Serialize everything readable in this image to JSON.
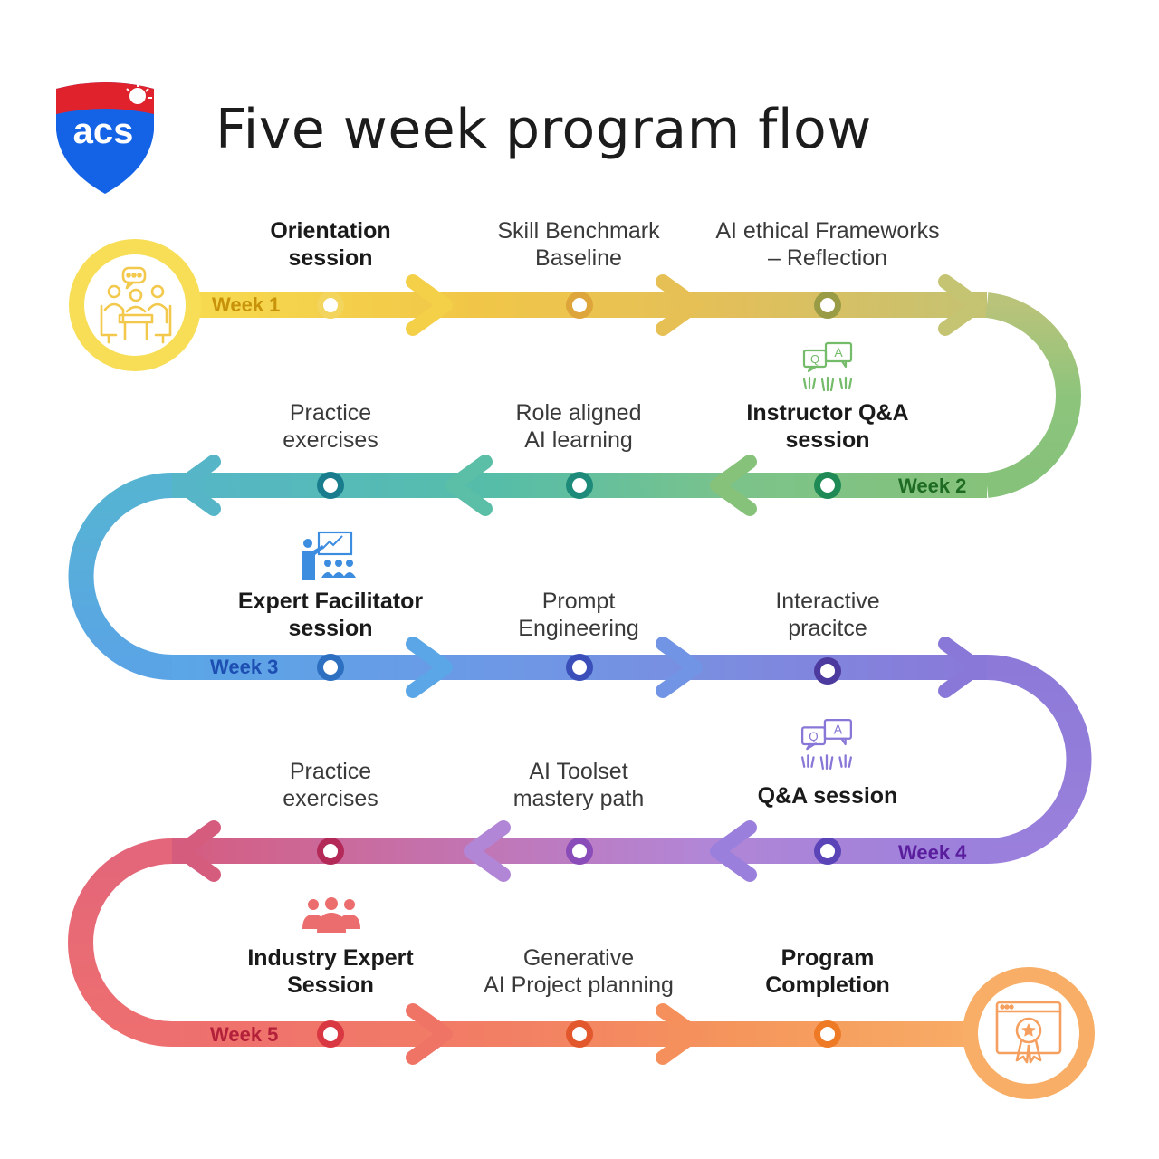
{
  "header": {
    "logo_text": "acs",
    "title": "Five week program flow"
  },
  "weeks": [
    {
      "label": "Week 1",
      "color": "#c8930a"
    },
    {
      "label": "Week 2",
      "color": "#1e6b23"
    },
    {
      "label": "Week 3",
      "color": "#1d4fb3"
    },
    {
      "label": "Week 4",
      "color": "#5a1d9e"
    },
    {
      "label": "Week 5",
      "color": "#b3203a"
    }
  ],
  "steps": [
    {
      "line1": "Orientation",
      "line2": "session",
      "bold": true
    },
    {
      "line1": "Skill Benchmark",
      "line2": "Baseline",
      "bold": false
    },
    {
      "line1": "AI ethical Frameworks",
      "line2": "– Reflection",
      "bold": false
    },
    {
      "line1": "Instructor Q&A",
      "line2": "session",
      "bold": true
    },
    {
      "line1": "Role aligned",
      "line2": "AI learning",
      "bold": false
    },
    {
      "line1": "Practice",
      "line2": "exercises",
      "bold": false
    },
    {
      "line1": "Expert Facilitator",
      "line2": "session",
      "bold": true
    },
    {
      "line1": "Prompt",
      "line2": "Engineering",
      "bold": false
    },
    {
      "line1": "Interactive",
      "line2": "pracitce",
      "bold": false
    },
    {
      "line1": "Q&A session",
      "line2": "",
      "bold": true
    },
    {
      "line1": "AI Toolset",
      "line2": "mastery path",
      "bold": false
    },
    {
      "line1": "Practice",
      "line2": "exercises",
      "bold": false
    },
    {
      "line1": "Industry Expert",
      "line2": "Session",
      "bold": true
    },
    {
      "line1": "Generative",
      "line2": "AI Project planning",
      "bold": false
    },
    {
      "line1": "Program",
      "line2": "Completion",
      "bold": true
    }
  ],
  "icons": [
    "meeting-icon",
    "qa-icon",
    "presentation-icon",
    "qa-icon",
    "team-icon",
    "certificate-icon"
  ],
  "colors": {
    "yellow": "#f8d94a",
    "gold": "#e9b84a",
    "olive": "#c6c46f",
    "green": "#86c27a",
    "teal": "#59beaa",
    "blue": "#5aa8e6",
    "periwinkle": "#7a90e2",
    "purple": "#8a78d8",
    "lavender": "#b080d6",
    "pink": "#d65c7e",
    "red": "#ee6f6f",
    "orange": "#f59a5e",
    "peach": "#f8ae66"
  }
}
